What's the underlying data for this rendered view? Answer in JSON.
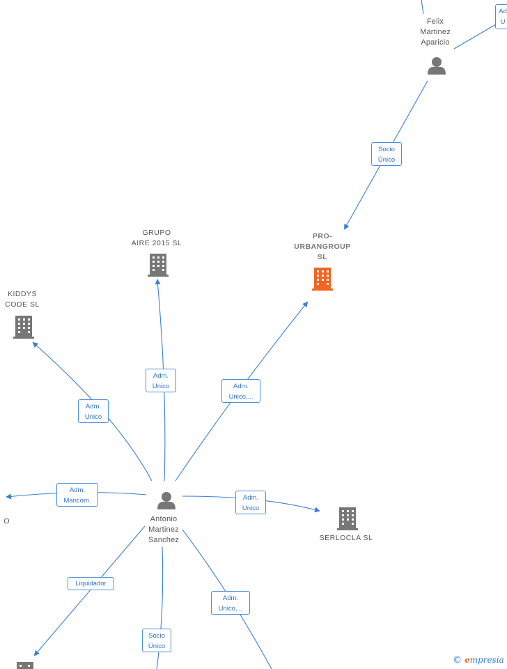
{
  "colors": {
    "edge": "#3a7fd5",
    "label_border": "#4a8fd8",
    "person_icon": "#777777",
    "company_icon": "#777777",
    "highlight_company": "#f26522"
  },
  "nodes": {
    "felix": {
      "name": "Felix\nMartinez\nAparicio",
      "icon": "person-icon"
    },
    "antonio": {
      "name": "Antonio\nMartinez\nSanchez",
      "icon": "person-icon"
    },
    "pro_urbangroup": {
      "name": "PRO-\nURBANGROUP\nSL",
      "icon": "building-icon"
    },
    "grupo_aire": {
      "name": "GRUPO\nAIRE 2015  SL",
      "icon": "building-icon"
    },
    "kiddys_code": {
      "name": "KIDDYS\nCODE  SL",
      "icon": "building-icon"
    },
    "serlocla": {
      "name": "SERLOCLA SL",
      "icon": "building-icon"
    },
    "left_partial": {
      "name": "O",
      "icon": "building-icon"
    },
    "bottom_left": {
      "name": "",
      "icon": "building-icon"
    }
  },
  "relations": {
    "felix_top": "Ad\nU",
    "felix_pro": "Socio\nÚnico",
    "antonio_grupo": "Adm.\nUnico",
    "antonio_kiddys": "Adm.\nUnico",
    "antonio_pro": "Adm.\nUnico,...",
    "antonio_left": "Adm.\nMancom.",
    "antonio_serlocla": "Adm.\nUnico",
    "antonio_liquidador": "Liquidador",
    "antonio_socio": "Socio\nÚnico",
    "antonio_bottom": "Adm.\nUnico,..."
  },
  "brand": {
    "copyright": "©",
    "e": "e",
    "rest": "mpresia"
  }
}
